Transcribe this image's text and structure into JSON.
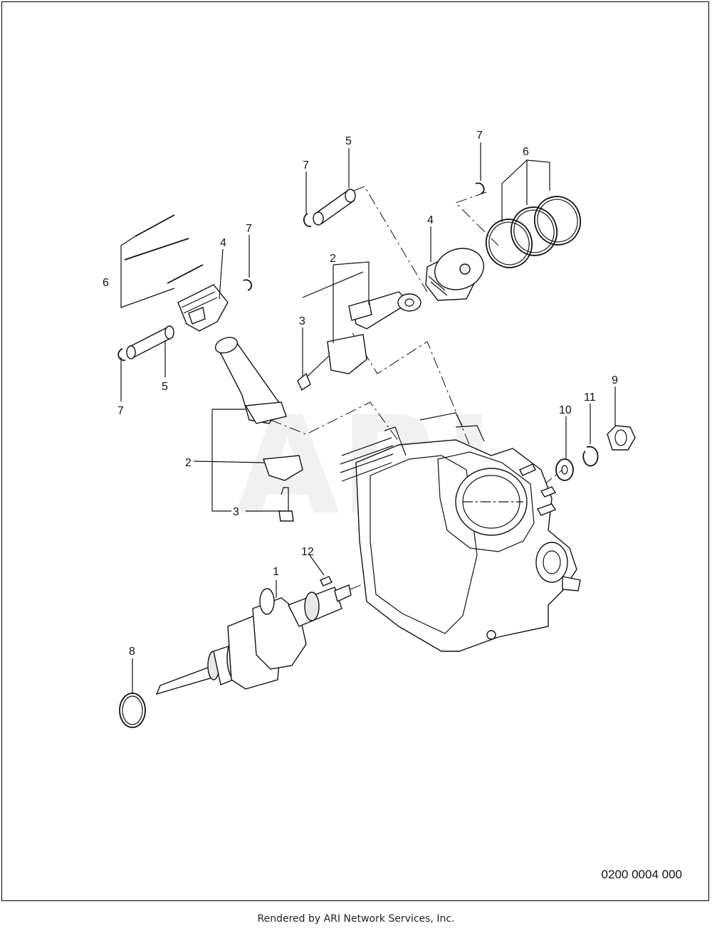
{
  "diagram": {
    "watermark": "ARI",
    "drawing_number": "0200 0004 000",
    "footer": "Rendered by ARI Network Services, Inc.",
    "callouts": {
      "crankshaft": "1",
      "rod_cap_left": "2",
      "rod_cap_right": "2",
      "rod_bolt_left": "3",
      "rod_bolt_right": "3",
      "piston_left": "4",
      "piston_right": "4",
      "pin_left": "5",
      "pin_right": "5",
      "rings_left": "6",
      "rings_right": "6",
      "clip_left_top": "7",
      "clip_left_bottom": "7",
      "clip_right_a": "7",
      "clip_right_b": "7",
      "oring": "8",
      "nut": "9",
      "washer": "10",
      "lock_washer": "11",
      "key": "12"
    }
  }
}
